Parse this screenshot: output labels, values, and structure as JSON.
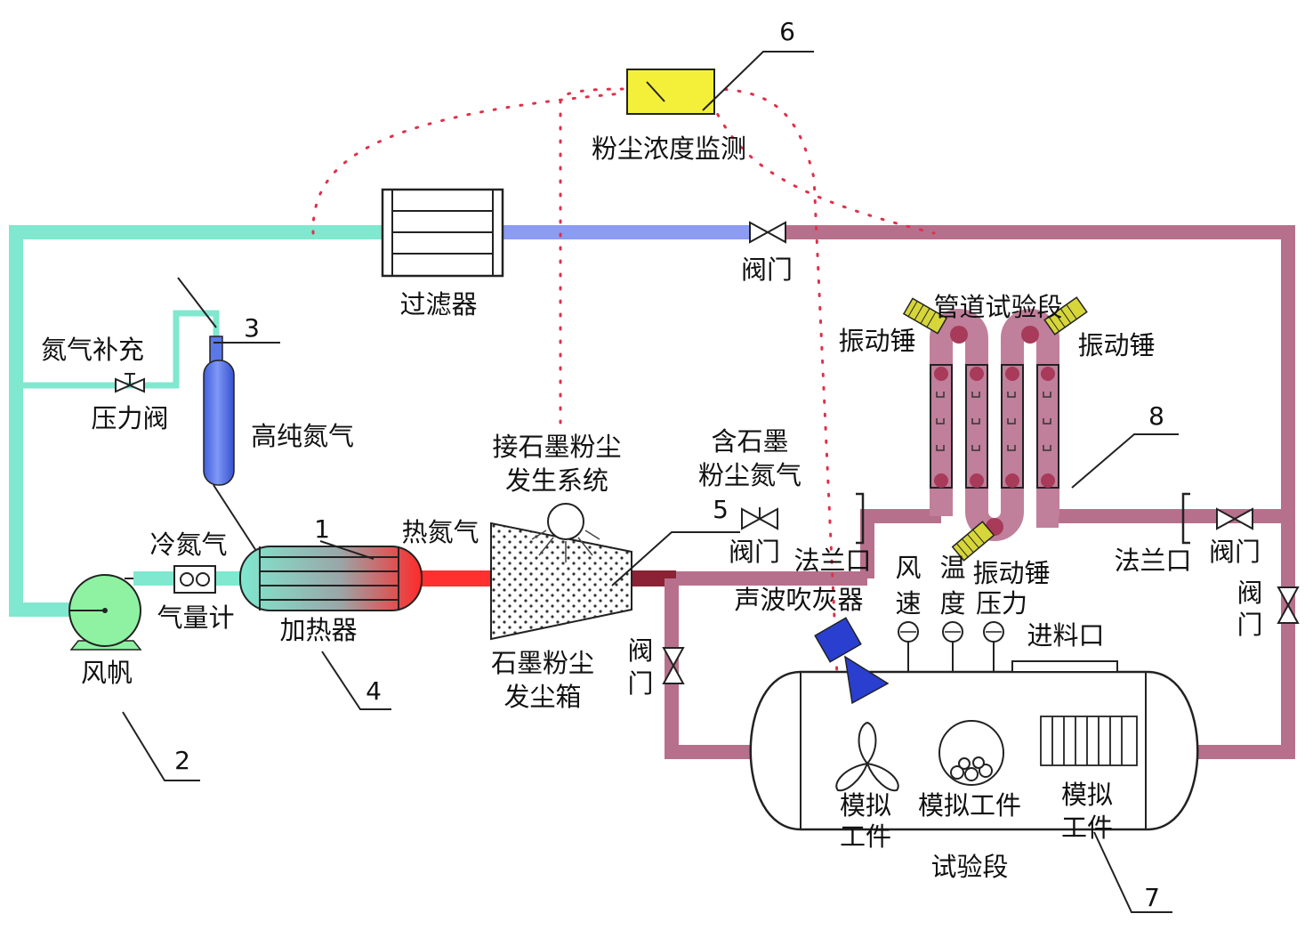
{
  "labels": {
    "dust_monitor": "粉尘浓度监测",
    "filter": "过滤器",
    "valve": "阀门",
    "nitrogen_supply": "氮气补充",
    "pressure_valve": "压力阀",
    "high_purity_nitrogen": "高纯氮气",
    "cold_nitrogen": "冷氮气",
    "gas_meter": "气量计",
    "heater": "加热器",
    "fan": "风帆",
    "hot_nitrogen": "热氮气",
    "graphite_system": [
      "接石墨粉尘",
      "发生系统"
    ],
    "graphite_box": [
      "石墨粉尘",
      "发尘箱"
    ],
    "dusty_nitrogen": [
      "含石墨",
      "粉尘氮气"
    ],
    "pipe_test_section": "管道试验段",
    "vibration_hammer": "振动锤",
    "flange": "法兰口",
    "sonic_soot_blower": "声波吹灰器",
    "wind_speed": [
      "风",
      "速"
    ],
    "temperature": [
      "温",
      "度"
    ],
    "pressure": "压力",
    "feed_inlet": "进料口",
    "sim_workpiece": [
      "模拟",
      "工件"
    ],
    "sim_workpiece_single": "模拟工件",
    "test_section": "试验段",
    "valve_vertical": [
      "阀",
      "门"
    ]
  },
  "numbers": {
    "heater_core": "1",
    "fan": "2",
    "cylinder": "3",
    "heater": "4",
    "dust_box": "5",
    "monitor": "6",
    "test_section": "7",
    "pipe_section": "8"
  },
  "colors": {
    "cold_pipe": "#7fe8cf",
    "filtered_pipe": "#8c9cf2",
    "dusty_pipe": "#b7708b",
    "hot_pipe": "#ff3030",
    "monitor_yellow": "#f4f03a",
    "cylinder_blue": "#5a78e6",
    "fan_green": "#8ef2a2",
    "blower_blue": "#2a3fd0",
    "hammer_yellow": "#d6d63a",
    "signal_dots": "#e0304a"
  }
}
